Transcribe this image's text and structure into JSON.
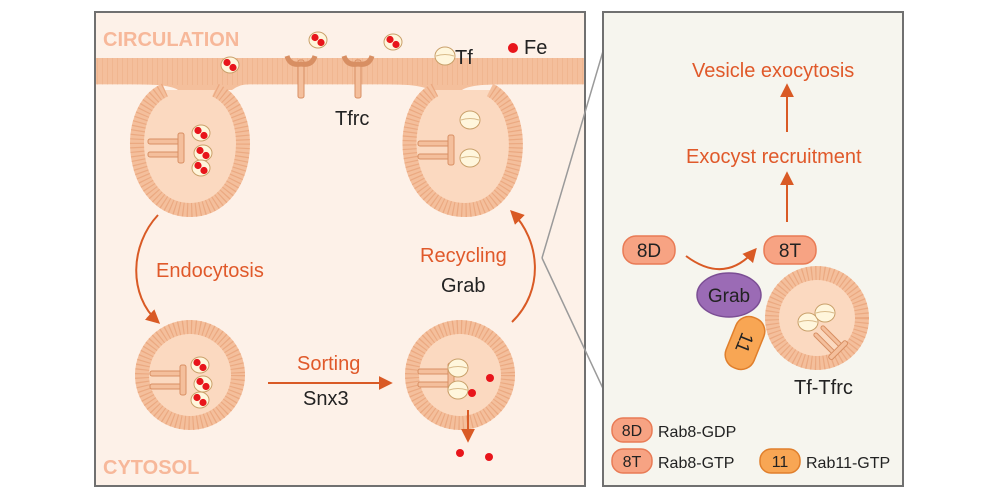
{
  "left_panel": {
    "circulation_label": "CIRCULATION",
    "cytosol_label": "CYTOSOL",
    "legend_tf": "Tf",
    "legend_fe": "Fe",
    "receptor_label": "Tfrc",
    "endocytosis_label": "Endocytosis",
    "sorting_label": "Sorting",
    "sorting_factor": "Snx3",
    "recycling_label": "Recycling",
    "recycling_factor": "Grab"
  },
  "right_panel": {
    "step_top": "Vesicle exocytosis",
    "step_middle": "Exocyst recruitment",
    "badge_8d": "8D",
    "badge_8t": "8T",
    "grab_label": "Grab",
    "rab11_label": "11",
    "complex_label": "Tf-Tfrc",
    "legend": [
      {
        "badge": "8D",
        "text": "Rab8-GDP"
      },
      {
        "badge": "8T",
        "text": "Rab8-GTP"
      },
      {
        "badge": "11",
        "text": "Rab11-GTP"
      }
    ]
  },
  "colors": {
    "accent": "#e0592a",
    "membrane": "#f4bf9c",
    "panel_bg": "#fdf1e8",
    "right_bg": "#f6f5ee",
    "iron": "#e8151b",
    "grab": "#9b6bb5",
    "border": "#707070"
  }
}
